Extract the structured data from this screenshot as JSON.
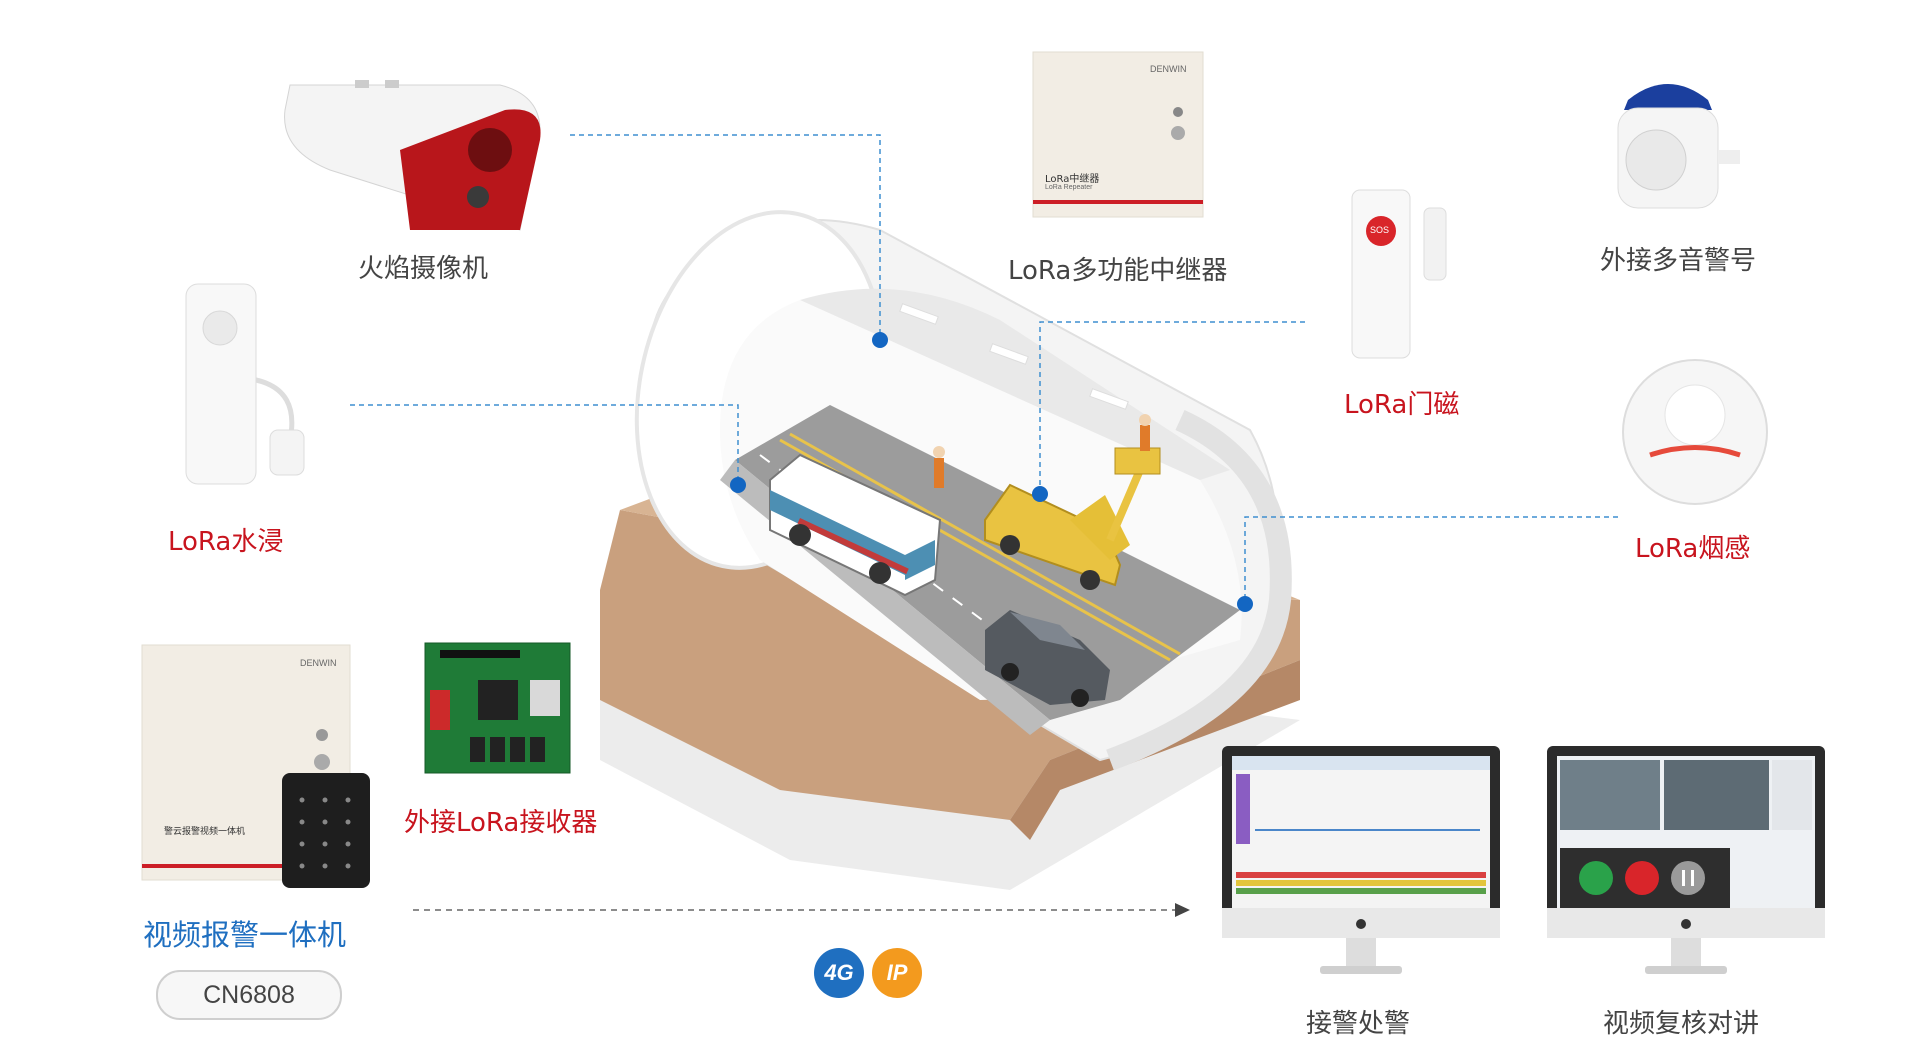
{
  "labels": {
    "flame_camera": "火焰摄像机",
    "repeater": "LoRa多功能中继器",
    "siren": "外接多音警号",
    "water": "LoRa水浸",
    "door": "LoRa门磁",
    "smoke": "LoRa烟感",
    "receiver": "外接LoRa接收器",
    "all_in_one": "视频报警一体机",
    "model": "CN6808",
    "alarm_handling": "接警处警",
    "video_intercom": "视频复核对讲"
  },
  "badges": {
    "net_4g": "4G",
    "net_ip": "IP"
  },
  "device_text": {
    "repeater_panel": "LoRa中继器",
    "repeater_sub": "LoRa Repeater",
    "brand": "DENWIN",
    "all_in_one_panel": "警云报警视频一体机",
    "sos": "SOS"
  },
  "colors": {
    "accent_red": "#c8141e",
    "accent_blue": "#1f6fc0",
    "dot_blue": "#1366c2",
    "ip_orange": "#f39a1e",
    "4g_blue": "#1f6fc0"
  }
}
